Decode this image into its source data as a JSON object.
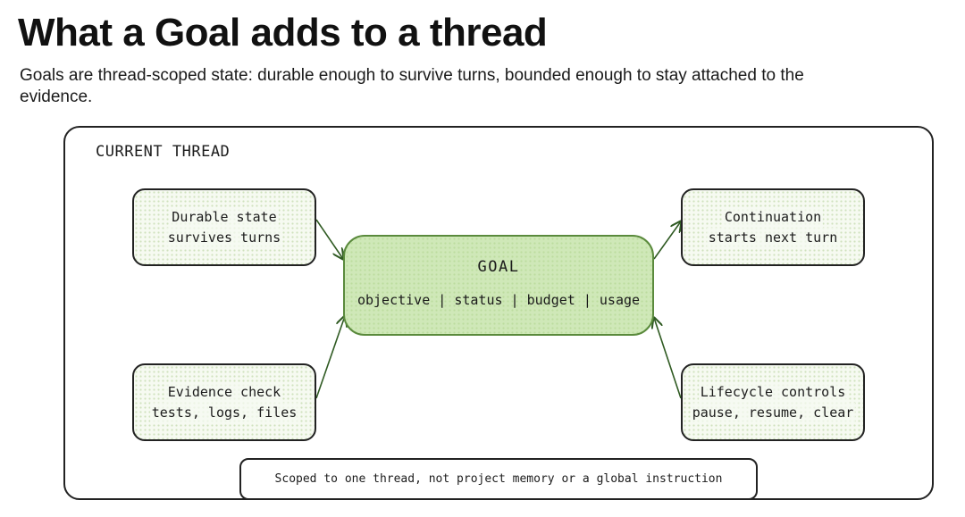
{
  "header": {
    "title": "What a Goal adds to a thread",
    "subtitle": "Goals are thread-scoped state: durable enough to survive turns, bounded enough to stay attached to the evidence."
  },
  "diagram": {
    "frame_label": "CURRENT THREAD",
    "goal": {
      "title": "GOAL",
      "fields": "objective | status | budget | usage"
    },
    "nodes": {
      "durable_state": {
        "line1": "Durable state",
        "line2": "survives turns"
      },
      "evidence_check": {
        "line1": "Evidence check",
        "line2": "tests, logs, files"
      },
      "continuation": {
        "line1": "Continuation",
        "line2": "starts next turn"
      },
      "lifecycle_controls": {
        "line1": "Lifecycle controls",
        "line2": "pause, resume, clear"
      }
    },
    "footer_note": "Scoped to one thread, not project memory or a global instruction"
  },
  "colors": {
    "goal_fill": "#cfe8b8",
    "goal_border": "#5a8a3c",
    "node_fill": "#f6faf1",
    "arrow": "#2f5a22",
    "outline": "#222222"
  }
}
